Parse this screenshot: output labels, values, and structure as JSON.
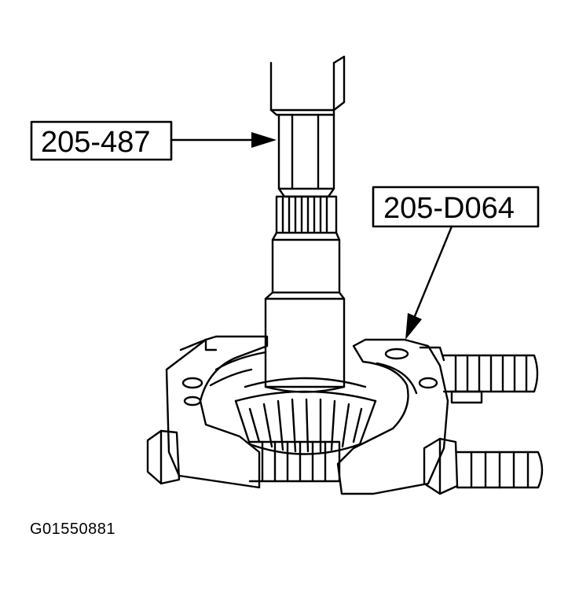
{
  "callouts": {
    "tool_left": "205-487",
    "tool_right": "205-D064"
  },
  "figure_id": "G01550881",
  "colors": {
    "ink": "#000000",
    "paper": "#ffffff"
  }
}
